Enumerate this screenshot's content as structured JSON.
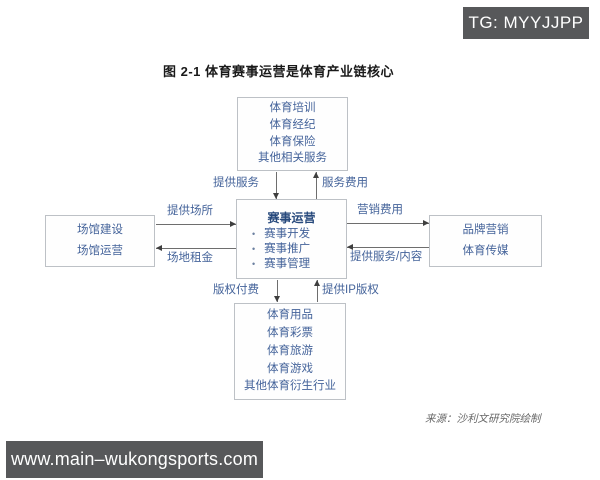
{
  "badge": {
    "text": "TG: MYYJJPP"
  },
  "title": "图 2-1 体育赛事运营是体育产业链核心",
  "diagram": {
    "top_box": {
      "lines": [
        "体育培训",
        "体育经纪",
        "体育保险",
        "其他相关服务"
      ]
    },
    "center_box": {
      "title": "赛事运营",
      "bullet_char": "•",
      "bullets": [
        "赛事开发",
        "赛事推广",
        "赛事管理"
      ]
    },
    "left_box": {
      "lines": [
        "场馆建设",
        "场馆运营"
      ]
    },
    "right_box": {
      "lines": [
        "品牌营销",
        "体育传媒"
      ]
    },
    "bottom_box": {
      "lines": [
        "体育用品",
        "体育彩票",
        "体育旅游",
        "体育游戏",
        "其他体育衍生行业"
      ]
    },
    "labels": {
      "top_left": "提供服务",
      "top_right": "服务费用",
      "left_top": "提供场所",
      "left_bottom": "场地租金",
      "right_top": "营销费用",
      "right_bottom": "提供服务/内容",
      "bottom_left": "版权付费",
      "bottom_right": "提供IP版权"
    }
  },
  "source": "来源：沙利文研究院绘制",
  "footer": {
    "url": "www.main–wukongsports.com"
  },
  "colors": {
    "box_text": "#44639a",
    "center_title": "#27497c",
    "box_border": "#bdc1c6",
    "line": "#6e6e6e",
    "badge_bg": "#57585a",
    "badge_text": "#ffffff",
    "title_text": "#1a1a1a",
    "source_text": "#666666"
  }
}
